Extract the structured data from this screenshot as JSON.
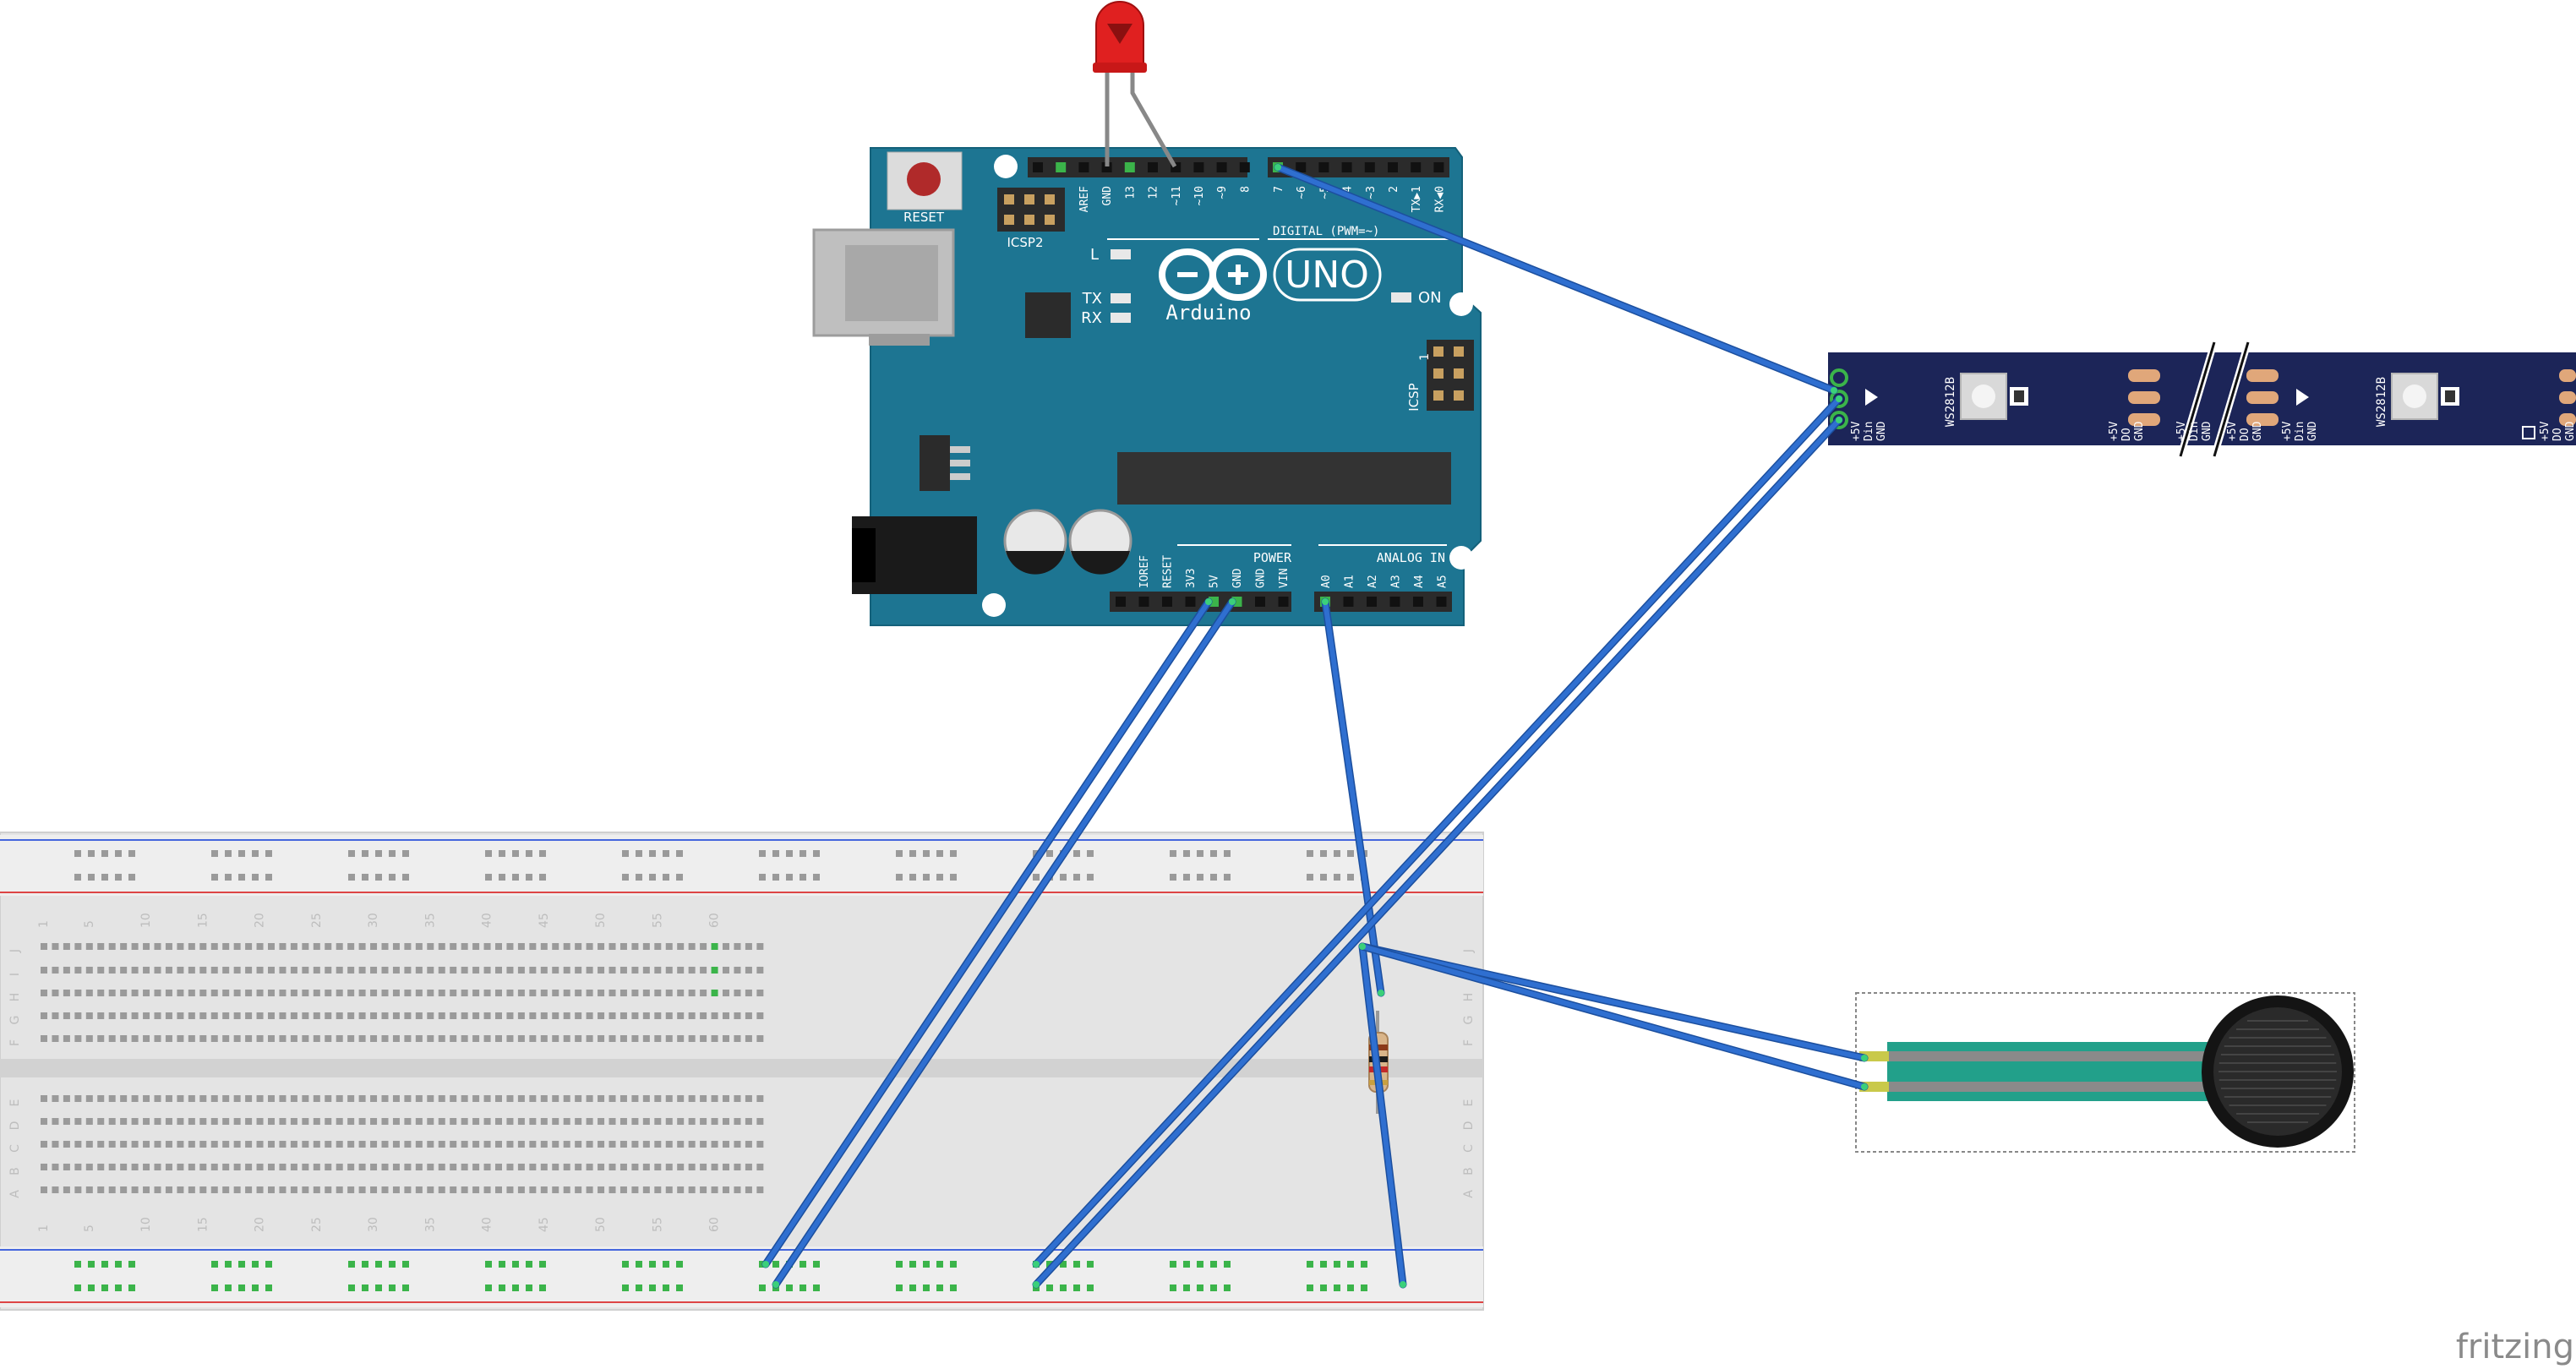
{
  "arduino": {
    "model": "UNO",
    "brand": "Arduino",
    "reset_label": "RESET",
    "icsp2_label": "ICSP2",
    "icsp_label": "ICSP",
    "digital_label": "DIGITAL (PWM=~)",
    "analog_label": "ANALOG IN",
    "power_label": "POWER",
    "on_label": "ON",
    "led_l_label": "L",
    "tx_label": "TX",
    "rx_label": "RX",
    "icsp_pin1": "1",
    "digital_pins": [
      "AREF",
      "GND",
      "13",
      "12",
      "~11",
      "~10",
      "~9",
      "8",
      "7",
      "~6",
      "~5",
      "4",
      "~3",
      "2",
      "TX▶1",
      "RX◀0"
    ],
    "power_pins": [
      "IOREF",
      "RESET",
      "3V3",
      "5V",
      "GND",
      "GND",
      "VIN"
    ],
    "analog_pins": [
      "A0",
      "A1",
      "A2",
      "A3",
      "A4",
      "A5"
    ],
    "colors": {
      "board": "#1d7592",
      "header": "#2b2b2b"
    }
  },
  "led_strip": {
    "chip_label": "WS2812B",
    "pin_labels": [
      "+5V",
      "Din",
      "GND"
    ],
    "pin_labels_out": [
      "+5V",
      "DO",
      "GND"
    ],
    "colors": {
      "strip": "#1c2558",
      "pad": "#e0a77a"
    }
  },
  "breadboard": {
    "column_numbers": [
      "1",
      "5",
      "10",
      "15",
      "20",
      "25",
      "30",
      "35",
      "40",
      "45",
      "50",
      "55",
      "60"
    ],
    "top_row_letters": [
      "J",
      "I",
      "H",
      "G",
      "F"
    ],
    "bottom_row_letters": [
      "E",
      "D",
      "C",
      "B",
      "A"
    ]
  },
  "wire_color": "#2f6fd0",
  "watermark": "fritzing"
}
